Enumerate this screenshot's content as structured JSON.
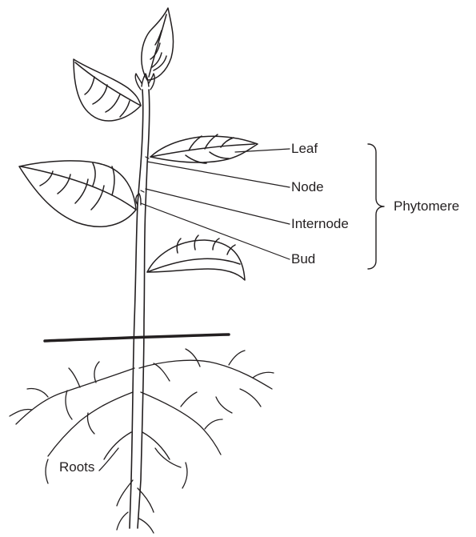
{
  "labels": {
    "leaf": "Leaf",
    "node": "Node",
    "internode": "Internode",
    "bud": "Bud",
    "phytomere": "Phytomere",
    "roots": "Roots"
  },
  "colors": {
    "ink": "#231f20",
    "background": "#ffffff"
  }
}
